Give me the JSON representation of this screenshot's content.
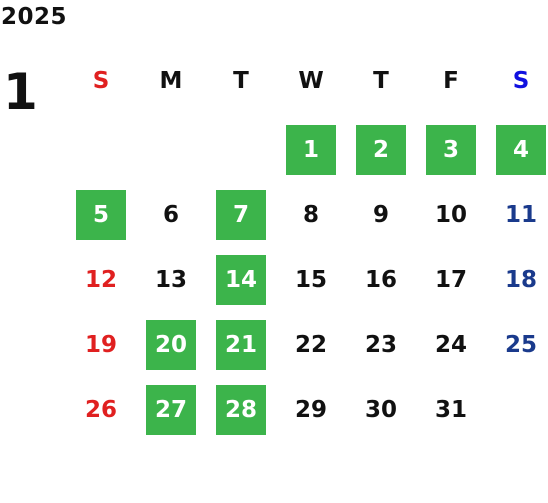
{
  "calendar": {
    "year": "2025",
    "month": "1",
    "weekday_headers": [
      "S",
      "M",
      "T",
      "W",
      "T",
      "F",
      "S"
    ],
    "first_weekday_index": 3,
    "days_in_month": 31,
    "highlighted_days": [
      1,
      2,
      3,
      4,
      5,
      7,
      14,
      20,
      21,
      27,
      28
    ],
    "colors": {
      "highlight_bg": "#3cb44b",
      "highlight_text": "#ffffff",
      "weekday_text": "#111111",
      "sunday": "#e02020",
      "saturday": "#1a3a8c",
      "saturday_header": "#1010e0"
    }
  }
}
